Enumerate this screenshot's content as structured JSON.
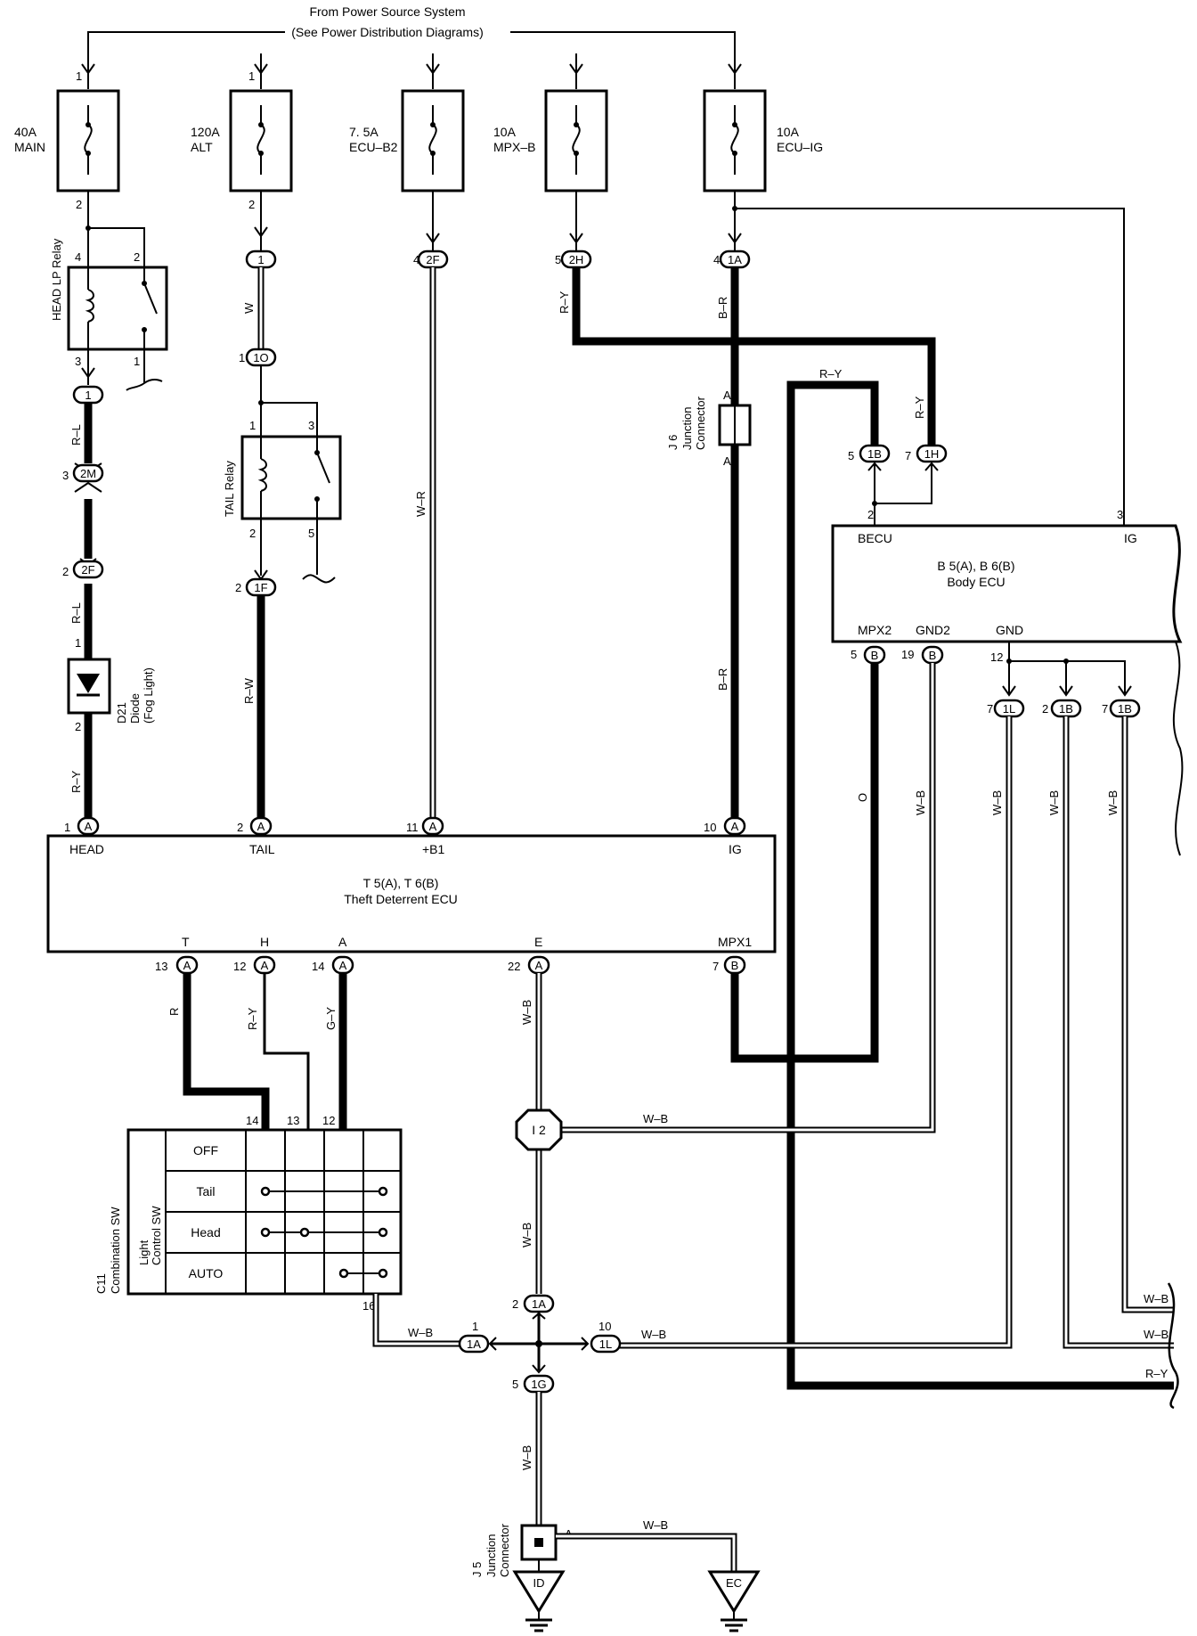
{
  "header": {
    "line1": "From Power Source System",
    "line2": "(See Power Distribution Diagrams)"
  },
  "fuses": {
    "main": {
      "rating": "40A",
      "name": "MAIN",
      "pin_in": "1",
      "pin_out": "2"
    },
    "alt": {
      "rating": "120A",
      "name": "ALT",
      "pin_in": "1",
      "pin_out": "2"
    },
    "ecub2": {
      "rating": "7. 5A",
      "name": "ECU–B2"
    },
    "mpxb": {
      "rating": "10A",
      "name": "MPX–B"
    },
    "ecuig": {
      "rating": "10A",
      "name": "ECU–IG"
    }
  },
  "relays": {
    "head": {
      "name": "HEAD LP Relay",
      "pins": [
        "4",
        "2",
        "3",
        "1"
      ]
    },
    "tail": {
      "name": "TAIL Relay",
      "pins": [
        "1",
        "3",
        "2",
        "5"
      ]
    }
  },
  "connectors": {
    "c1": "1",
    "c1o": "1O",
    "c2f": "2F",
    "c2h": "2H",
    "c1a": "1A",
    "c2m": "2M",
    "c1f": "1F",
    "c1b": "1B",
    "c1h": "1H",
    "c1l": "1L",
    "c1g": "1G",
    "a": "A",
    "b": "B",
    "i2": "I 2"
  },
  "pins": {
    "p1": "1",
    "p2": "2",
    "p3": "3",
    "p4": "4",
    "p5": "5",
    "p7": "7",
    "p10": "10",
    "p11": "11",
    "p12": "12",
    "p13": "13",
    "p14": "14",
    "p16": "16",
    "p19": "19",
    "p22": "22"
  },
  "wires": {
    "w": "W",
    "rl": "R–L",
    "ry": "R–Y",
    "rw": "R–W",
    "wr": "W–R",
    "br": "B–R",
    "o": "O",
    "wb": "W–B",
    "r": "R",
    "gy": "G–Y"
  },
  "diode": {
    "name": "D21",
    "type": "Diode",
    "desc": "(Fog Light)"
  },
  "j6": {
    "name": "J 6",
    "type": "Junction",
    "type2": "Connector",
    "pin": "A"
  },
  "j5": {
    "name": "J 5",
    "type": "Junction",
    "type2": "Connector",
    "pin": "A"
  },
  "body_ecu": {
    "code": "B 5(A), B 6(B)",
    "name": "Body ECU",
    "becu": "BECU",
    "ig": "IG",
    "mpx2": "MPX2",
    "gnd2": "GND2",
    "gnd": "GND"
  },
  "theft_ecu": {
    "code": "T 5(A), T 6(B)",
    "name": "Theft Deterrent ECU",
    "head": "HEAD",
    "tail": "TAIL",
    "b1": "+B1",
    "ig": "IG",
    "t": "T",
    "h": "H",
    "a": "A",
    "e": "E",
    "mpx1": "MPX1"
  },
  "switch": {
    "code": "C11",
    "name": "Combination SW",
    "sub1": "Light",
    "sub2": "Control SW",
    "positions": [
      "OFF",
      "Tail",
      "Head",
      "AUTO"
    ]
  },
  "grounds": {
    "id": "ID",
    "ec": "EC"
  }
}
